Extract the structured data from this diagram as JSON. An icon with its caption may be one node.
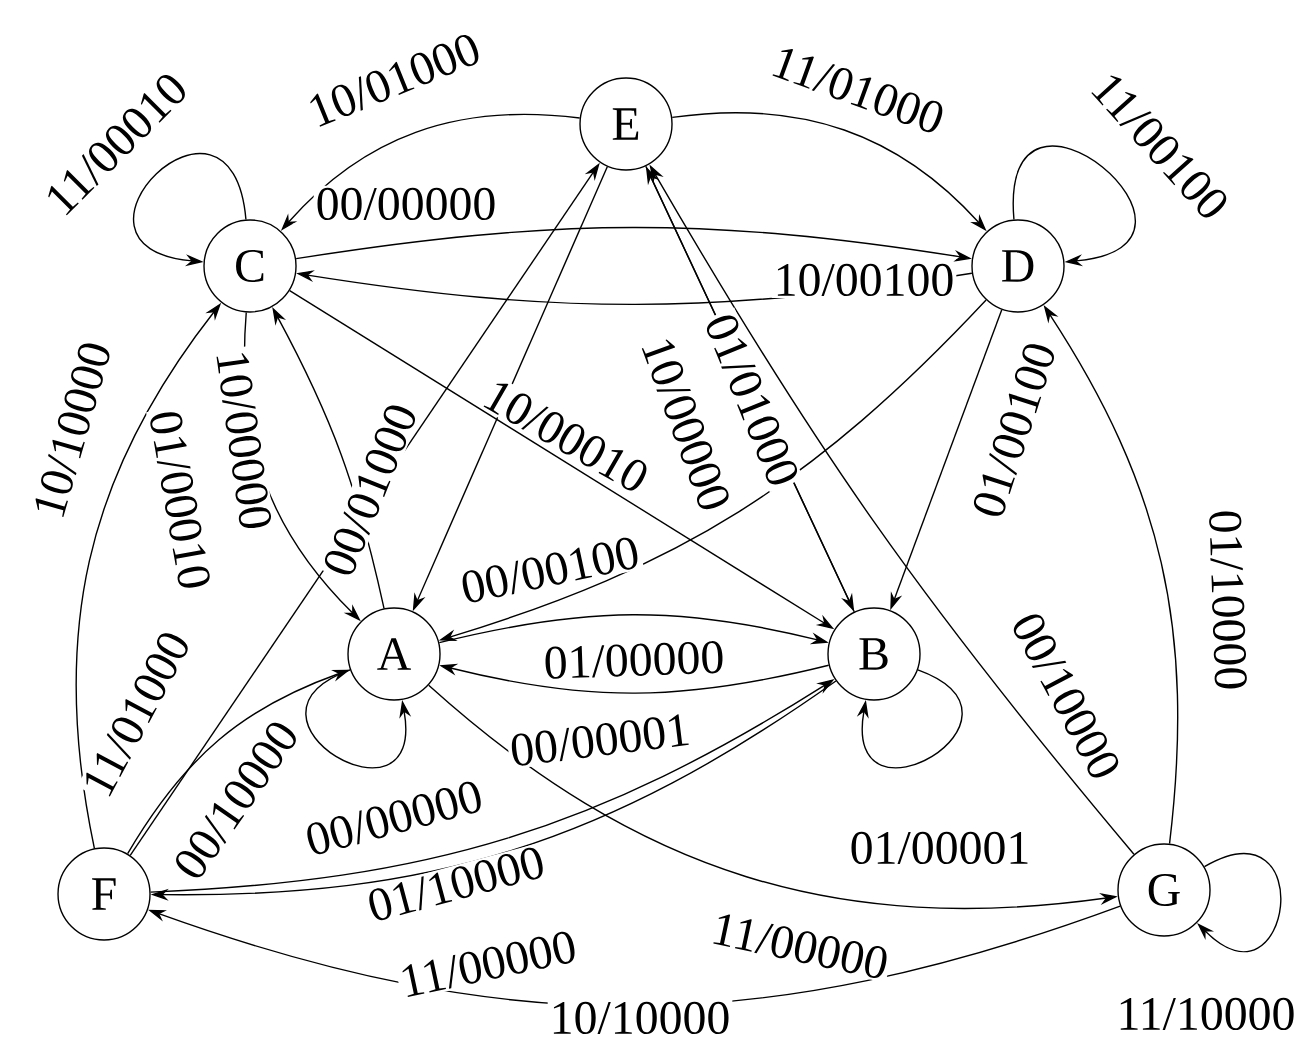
{
  "diagram": {
    "nodes": [
      {
        "text": [
          "A"
        ]
      },
      {
        "text": [
          "B"
        ]
      },
      {
        "text": [
          "C"
        ]
      },
      {
        "text": [
          "D"
        ]
      },
      {
        "text": [
          "E"
        ]
      },
      {
        "text": [
          "F"
        ]
      },
      {
        "text": [
          "G"
        ]
      }
    ],
    "edges": [
      {
        "from": 2,
        "to": 2,
        "arrow": "to",
        "label": "11/00010"
      },
      {
        "from": 4,
        "to": 2,
        "arrow": "to",
        "label": "10/01000"
      },
      {
        "from": 2,
        "to": 3,
        "arrow": "to",
        "label": "00/00000"
      },
      {
        "from": 3,
        "to": 2,
        "arrow": "to",
        "label": "10/00100"
      },
      {
        "from": 4,
        "to": 3,
        "arrow": "to",
        "label": "11/01000"
      },
      {
        "from": 3,
        "to": 3,
        "arrow": "to",
        "label": "11/00100"
      },
      {
        "from": 2,
        "to": 1,
        "arrow": "to",
        "label": "10/00010"
      },
      {
        "from": 2,
        "to": 0,
        "arrow": "to",
        "label": "01/00010"
      },
      {
        "from": 0,
        "to": 2,
        "arrow": "to",
        "label": "10/00000"
      },
      {
        "from": 4,
        "to": 0,
        "arrow": "to",
        "label": "00/01000"
      },
      {
        "from": 5,
        "to": 4,
        "arrow": "to",
        "label": "11/01000"
      },
      {
        "from": 5,
        "to": 2,
        "arrow": "to",
        "label": "10/10000"
      },
      {
        "from": 5,
        "to": 0,
        "arrow": "to",
        "label": "00/10000"
      },
      {
        "from": 0,
        "to": 0,
        "arrow": "to",
        "label": "00/00000"
      },
      {
        "from": 5,
        "to": 1,
        "arrow": "to",
        "label": "01/10000"
      },
      {
        "from": 1,
        "to": 5,
        "arrow": "to",
        "label": "11/00000"
      },
      {
        "from": 0,
        "to": 1,
        "arrow": "to",
        "label": "01/00000"
      },
      {
        "from": 1,
        "to": 0,
        "arrow": "to",
        "label": "00/00001"
      },
      {
        "from": 3,
        "to": 0,
        "arrow": "to",
        "label": "00/00100"
      },
      {
        "from": 3,
        "to": 1,
        "arrow": "to",
        "label": "01/00100"
      },
      {
        "from": 4,
        "to": 1,
        "arrow": "to",
        "label": "01/01000"
      },
      {
        "from": 1,
        "to": 4,
        "arrow": "to",
        "label": "10/00000"
      },
      {
        "from": 6,
        "to": 4,
        "arrow": "to",
        "label": "00/10000"
      },
      {
        "from": 6,
        "to": 3,
        "arrow": "to",
        "label": "01/10000"
      },
      {
        "from": 6,
        "to": 6,
        "arrow": "to",
        "label": "11/10000"
      },
      {
        "from": 1,
        "to": 1,
        "arrow": "to",
        "label": "01/00001"
      },
      {
        "from": 0,
        "to": 6,
        "arrow": "to",
        "label": "11/00000"
      },
      {
        "from": 6,
        "to": 5,
        "arrow": "to",
        "label": "10/10000"
      }
    ]
  }
}
